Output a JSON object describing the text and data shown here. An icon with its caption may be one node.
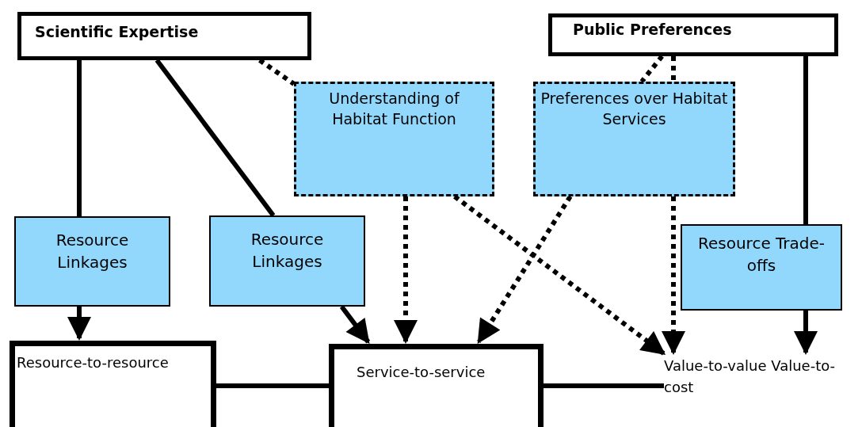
{
  "diagram": {
    "nodes": [
      {
        "text": [
          "Scientific Expertise"
        ]
      },
      {
        "text": [
          "Public Preferences"
        ]
      },
      {
        "text": [
          "Understanding of Habitat Function"
        ]
      },
      {
        "text": [
          "Preferences over Habitat Services"
        ]
      },
      {
        "text": [
          "Resource Linkages"
        ]
      },
      {
        "text": [
          "Resource Linkages"
        ]
      },
      {
        "text": [
          "Resource Trade-offs"
        ]
      },
      {
        "text": [
          "Resource-to-resource"
        ]
      },
      {
        "text": [
          "Service-to-service"
        ]
      },
      {
        "text": [
          "Value-to-value Value-to-cost"
        ]
      }
    ],
    "edges": [
      {
        "from": 0,
        "to": 4,
        "arrow": "none"
      },
      {
        "from": 4,
        "to": 7,
        "arrow": "to"
      },
      {
        "from": 0,
        "to": 5,
        "arrow": "none"
      },
      {
        "from": 5,
        "to": 8,
        "arrow": "to"
      },
      {
        "from": 0,
        "to": 2,
        "arrow": "none",
        "style": "dashed"
      },
      {
        "from": 1,
        "to": 3,
        "arrow": "none",
        "style": "dashed"
      },
      {
        "from": 1,
        "to": 3,
        "arrow": "none",
        "style": "dashed"
      },
      {
        "from": 3,
        "to": 9,
        "arrow": "to",
        "style": "dashed"
      },
      {
        "from": 1,
        "to": 6,
        "arrow": "none"
      },
      {
        "from": 6,
        "to": 9,
        "arrow": "to"
      },
      {
        "from": 2,
        "to": 8,
        "arrow": "to",
        "style": "dashed"
      },
      {
        "from": 2,
        "to": 9,
        "arrow": "to",
        "style": "dashed"
      },
      {
        "from": 3,
        "to": 8,
        "arrow": "to",
        "style": "dashed"
      },
      {
        "from": 7,
        "to": 8,
        "arrow": "none"
      },
      {
        "from": 8,
        "to": 9,
        "arrow": "none"
      }
    ]
  }
}
